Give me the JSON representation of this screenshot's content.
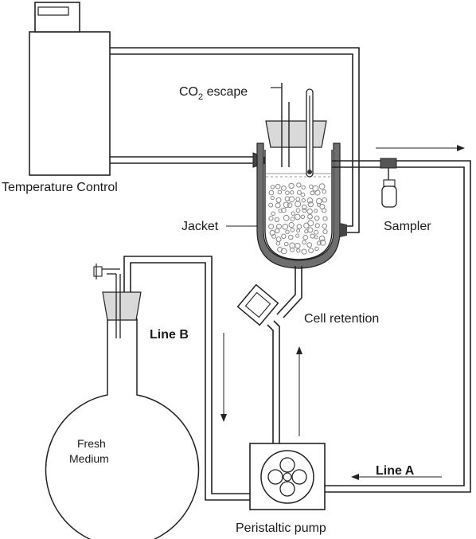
{
  "labels": {
    "co2_escape_main": "CO",
    "co2_escape_sub": "2",
    "co2_escape_tail": " escape",
    "temperature_control": "Temperature Control",
    "jacket": "Jacket",
    "sampler": "Sampler",
    "cell_retention": "Cell retention",
    "line_b": "Line B",
    "line_a": "Line A",
    "fresh_medium_1": "Fresh",
    "fresh_medium_2": "Medium",
    "peristaltic_pump": "Peristaltic pump"
  },
  "colors": {
    "line": "#222222",
    "jacket_fill": "#6e6e6e",
    "stopper_fill": "#d9d9d9",
    "medium_bubble": "#888888"
  }
}
